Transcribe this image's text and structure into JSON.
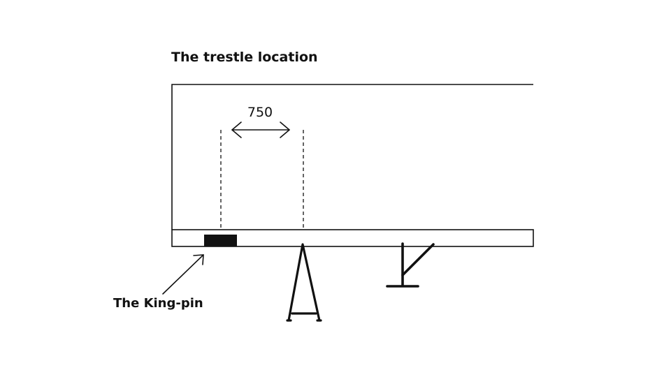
{
  "diagram": {
    "title": "The trestle location",
    "dimension_label": "750",
    "kingpin_label": "The King-pin",
    "colors": {
      "line": "#111111",
      "background": "#ffffff"
    }
  }
}
